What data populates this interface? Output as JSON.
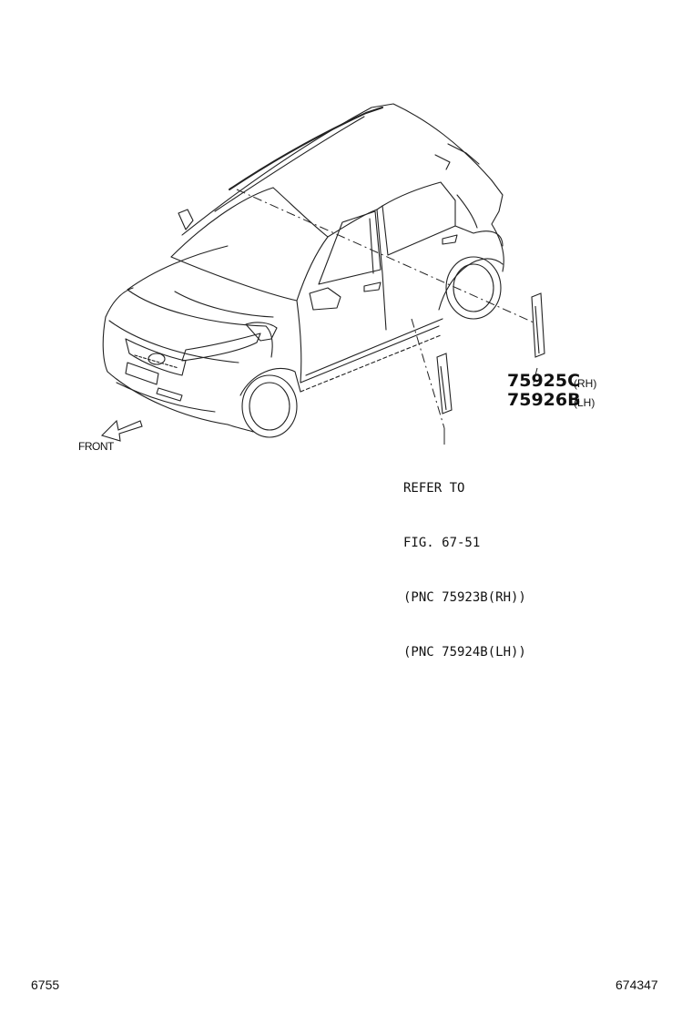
{
  "labels": {
    "front": "FRONT",
    "parts": [
      {
        "part_number": "75925C",
        "side": "RH"
      },
      {
        "part_number": "75926B",
        "side": "LH"
      }
    ]
  },
  "reference": {
    "line1": "REFER TO",
    "line2": "FIG. 67-51",
    "line3": "(PNC 75923B(RH))",
    "line4": "(PNC 75924B(LH))"
  },
  "footer": {
    "left": "6755",
    "right": "674347"
  }
}
